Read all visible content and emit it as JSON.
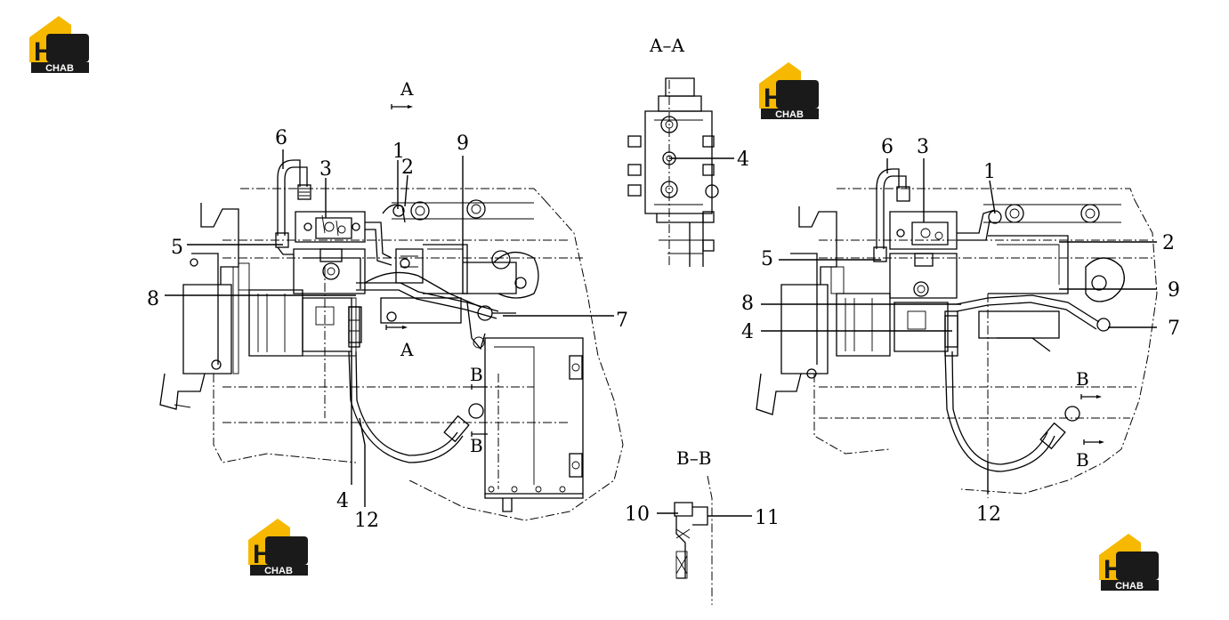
{
  "logos": [
    {
      "id": "logo-top-left",
      "mark": "H3",
      "text": "CHAB"
    },
    {
      "id": "logo-top-center",
      "mark": "H3",
      "text": "CHAB"
    },
    {
      "id": "logo-bottom-left",
      "mark": "H3",
      "text": "CHAB"
    },
    {
      "id": "logo-bottom-right",
      "mark": "H3",
      "text": "CHAB"
    }
  ],
  "colors": {
    "logo_yellow": "#f6b800",
    "logo_black": "#1a1a1a",
    "line": "#000000"
  },
  "sections": {
    "aa_title": "A–A",
    "bb_title": "B–B",
    "arrow_a_top": "A",
    "arrow_a_bottom": "A",
    "right_b_top": "B",
    "right_b_bottom": "B"
  },
  "left_view": {
    "labels": {
      "l1": "1",
      "l2": "2",
      "l3": "3",
      "l4": "4",
      "l5": "5",
      "l6": "6",
      "l7": "7",
      "l8": "8",
      "l9": "9",
      "l12": "12"
    }
  },
  "aa_view": {
    "labels": {
      "l4": "4"
    }
  },
  "bb_view": {
    "labels": {
      "l10": "10",
      "l11": "11"
    }
  },
  "right_view": {
    "labels": {
      "l1": "1",
      "l2": "2",
      "l3": "3",
      "l4": "4",
      "l5": "5",
      "l6": "6",
      "l7": "7",
      "l8": "8",
      "l9": "9",
      "l12": "12"
    }
  }
}
